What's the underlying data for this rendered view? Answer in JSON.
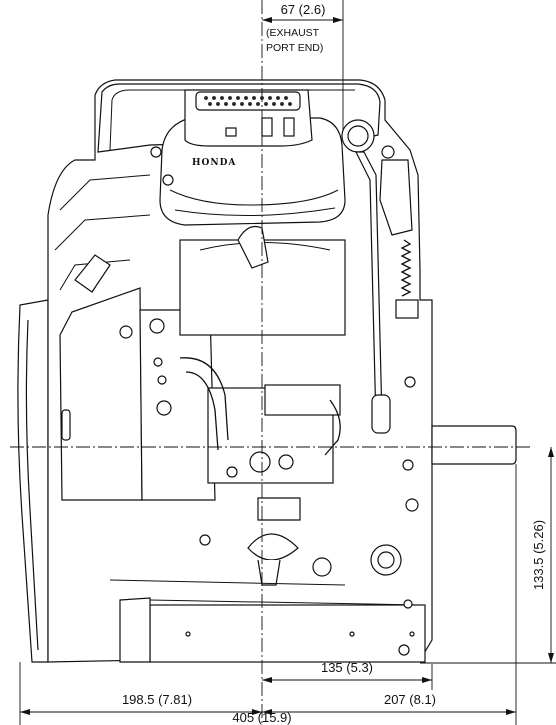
{
  "dimensions": {
    "exhaust_offset": "67 (2.6)",
    "exhaust_note_line1": "(EXHAUST",
    "exhaust_note_line2": "PORT END)",
    "vertical_height": "133.5 (5.26)",
    "shaft_offset": "135 (5.3)",
    "left_width": "198.5 (7.81)",
    "right_width": "207 (8.1)",
    "total_width": "405 (15.9)"
  },
  "engine": {
    "brand_logo": "HONDA",
    "line_color": "#111111",
    "fill_color": "#ffffff"
  }
}
